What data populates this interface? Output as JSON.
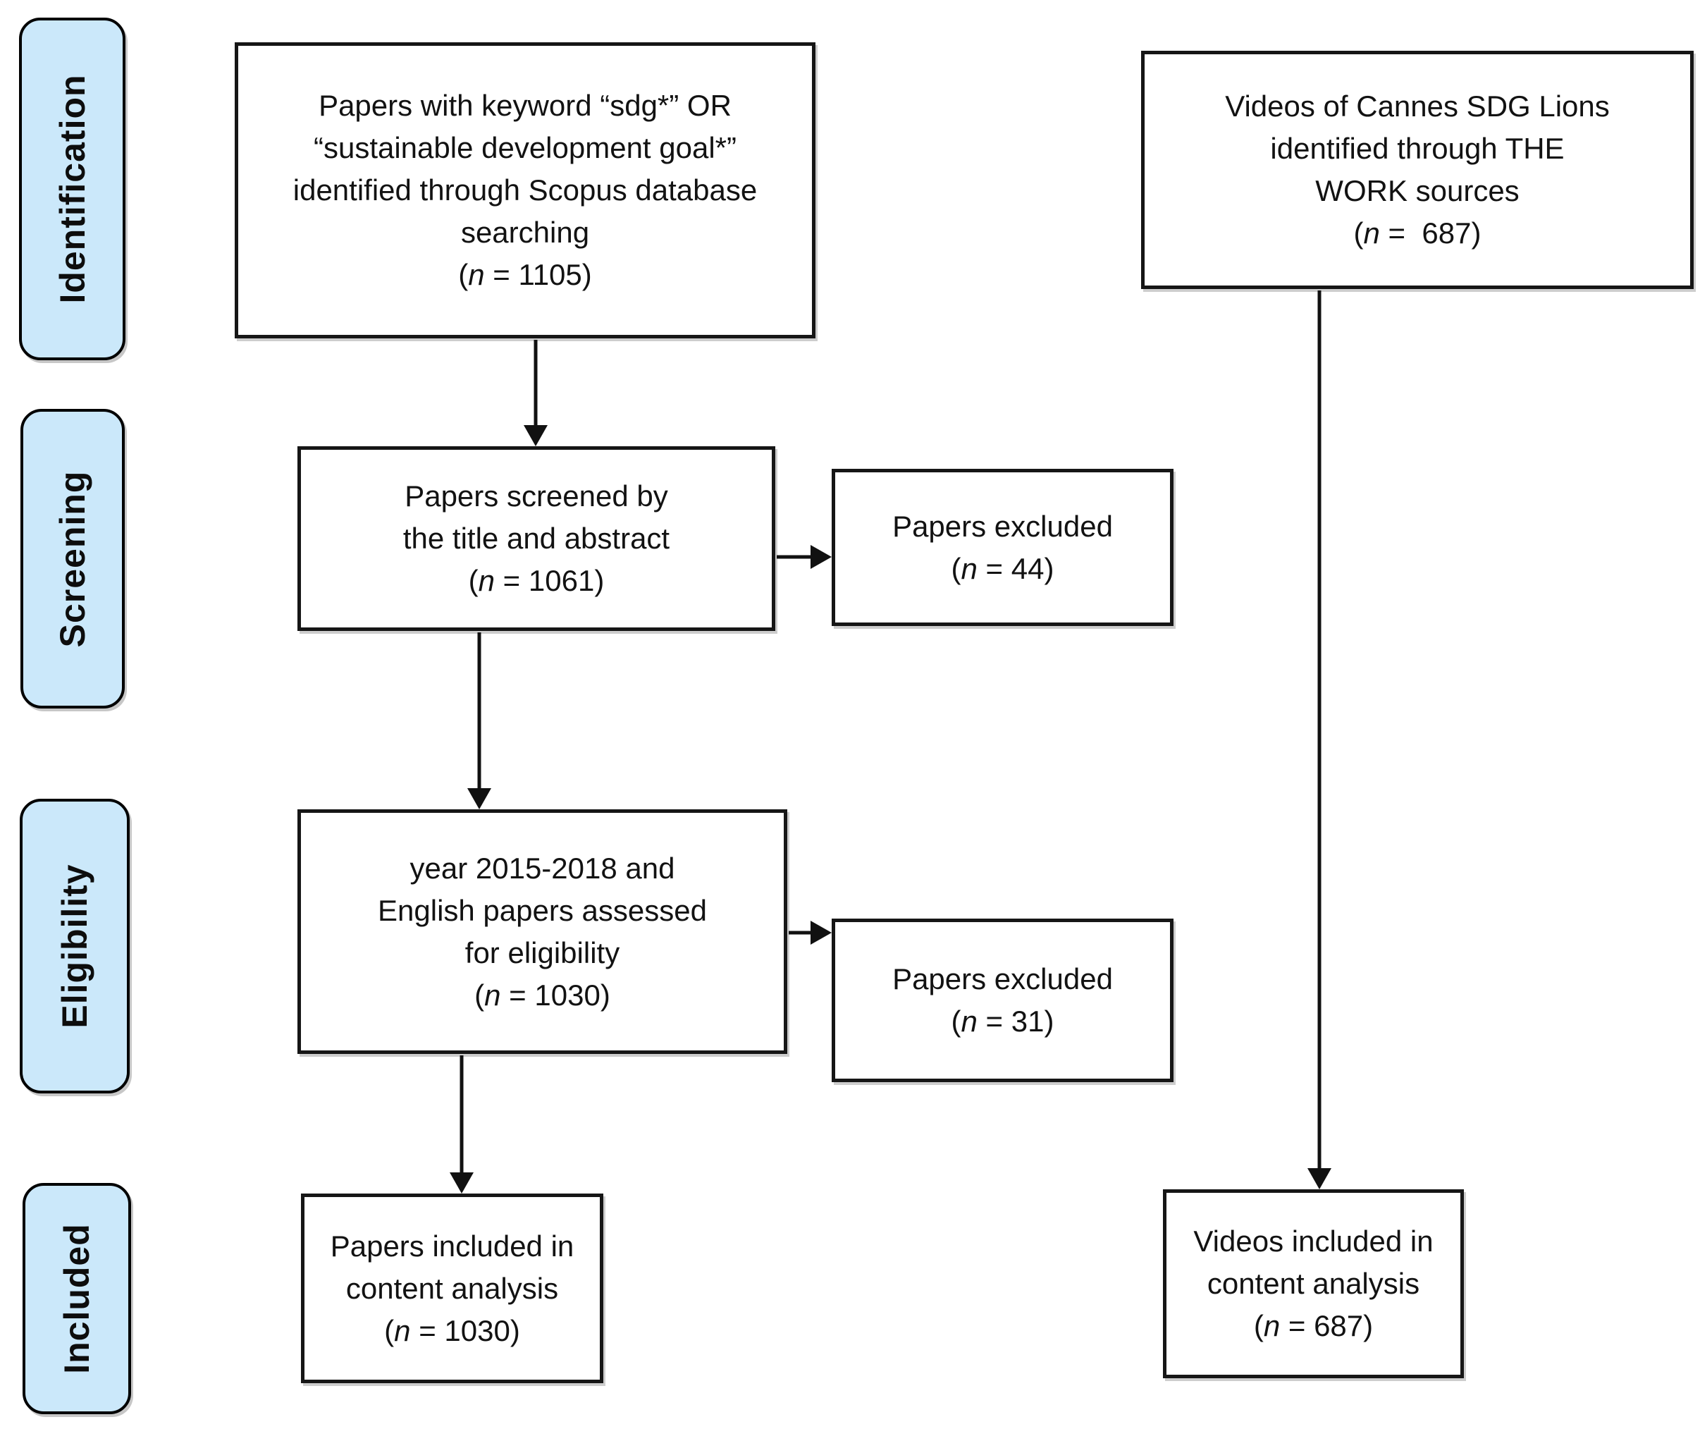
{
  "figure": {
    "type": "prisma-flow-diagram"
  },
  "colors": {
    "stage_fill": "#cbe8fa",
    "stage_border": "#000000",
    "box_border": "#161616",
    "text": "#111111",
    "arrow": "#111111"
  },
  "stages": [
    {
      "label": "Identification"
    },
    {
      "label": "Screening"
    },
    {
      "label": "Eligibility"
    },
    {
      "label": "Included"
    }
  ],
  "flow": {
    "scopus": {
      "text": "Papers with keyword “sdg*” OR\n“sustainable development goal*”\nidentified through Scopus database\nsearching",
      "count_pre": "(",
      "count_var": "n",
      "count_post": " = 1105)"
    },
    "videos": {
      "text": "Videos of Cannes SDG Lions\nidentified through THE\nWORK sources",
      "count_pre": "(",
      "count_var": "n",
      "count_post": " =  687)"
    },
    "screened": {
      "text": "Papers screened by\nthe title and abstract",
      "count_pre": "(",
      "count_var": "n",
      "count_post": " = 1061)"
    },
    "excluded_screening": {
      "text": "Papers excluded",
      "count_pre": "(",
      "count_var": "n",
      "count_post": " = 44)"
    },
    "eligibility": {
      "text": "year 2015-2018 and\nEnglish papers assessed\nfor eligibility",
      "count_pre": "(",
      "count_var": "n",
      "count_post": " = 1030)"
    },
    "excluded_eligibility": {
      "text": "Papers excluded",
      "count_pre": "(",
      "count_var": "n",
      "count_post": " = 31)"
    },
    "papers_included": {
      "text": "Papers included in\ncontent analysis",
      "count_pre": "(",
      "count_var": "n",
      "count_post": " = 1030)"
    },
    "videos_included": {
      "text": "Videos included in\ncontent analysis",
      "count_pre": "(",
      "count_var": "n",
      "count_post": " = 687)"
    }
  }
}
